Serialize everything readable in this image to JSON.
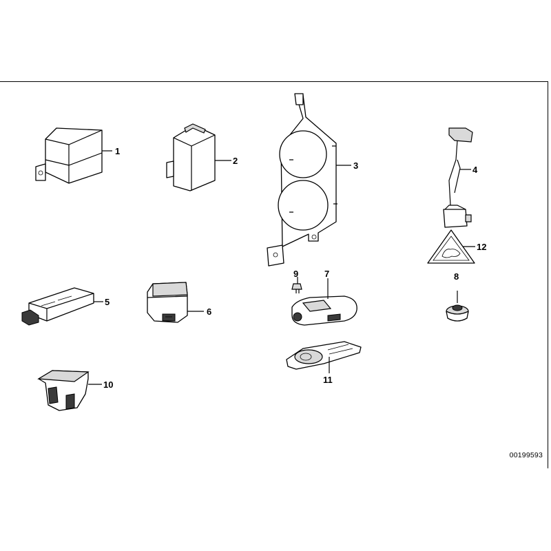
{
  "drawing_ref": "00199593",
  "callouts": [
    "1",
    "2",
    "3",
    "4",
    "5",
    "6",
    "7",
    "8",
    "9",
    "10",
    "11",
    "12"
  ]
}
